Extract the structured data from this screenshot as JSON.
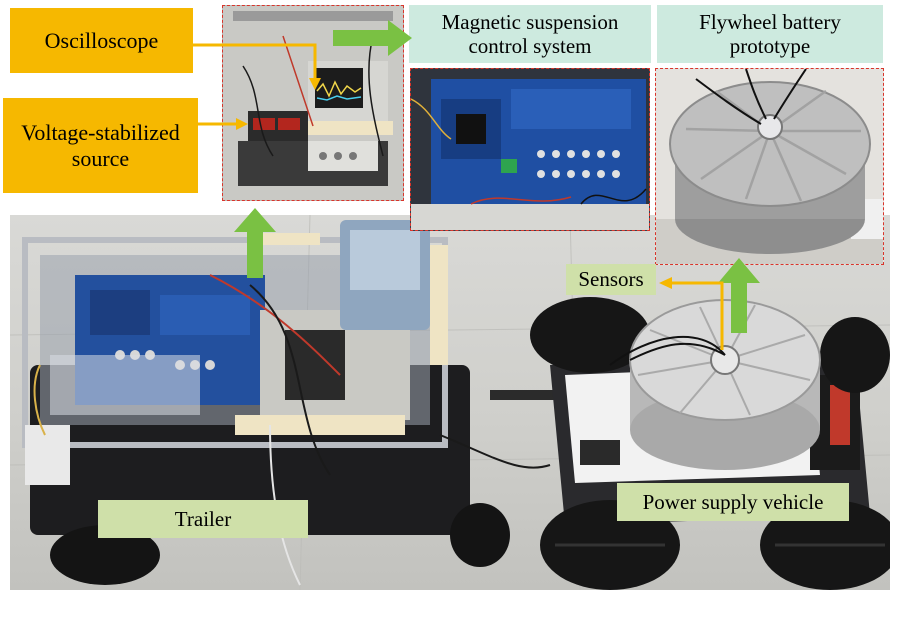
{
  "labels": {
    "oscilloscope": "Oscilloscope",
    "voltage_line1": "Voltage-stabilized",
    "voltage_line2": "source",
    "control_line1": "Magnetic suspension",
    "control_line2": "control system",
    "flywheel_line1": "Flywheel battery",
    "flywheel_line2": "prototype",
    "sensors": "Sensors",
    "trailer": "Trailer",
    "power_supply_vehicle": "Power supply vehicle"
  },
  "colors": {
    "orange_label": "#f6b800",
    "teal_label": "#cdeadf",
    "green_label": "#cfe0a9",
    "green_arrow": "#7ac143",
    "orange_arrow": "#f6b800",
    "inset_border": "#d9352b"
  }
}
